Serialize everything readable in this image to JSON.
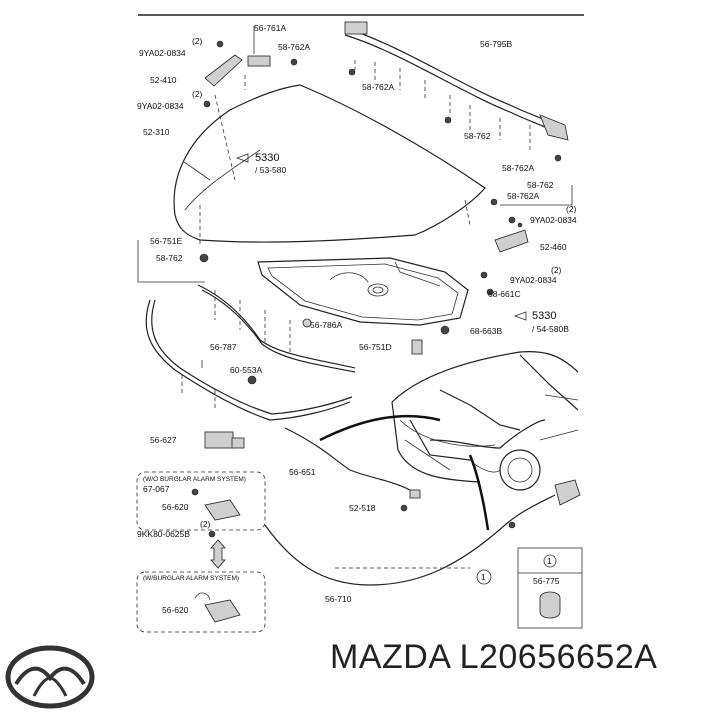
{
  "labels": {
    "l56761a": "56-761A",
    "l9ya_top": "9YA02-0834",
    "l58762a_top": "58-762A",
    "l52410": "52-410",
    "l9ya_mid": "9YA02-0834",
    "l52310": "52-310",
    "l5330a": "5330",
    "l53580": "/ 53-580",
    "l56795b": "56-795B",
    "l58762a_strip1": "58-762A",
    "l58762_strip": "58-762",
    "l58762a_strip2": "58-762A",
    "l58762_r": "58-762",
    "l58762a_r": "58-762A",
    "l9ya_r1": "9YA02-0834",
    "l52460": "52-460",
    "l9ya_r2": "9YA02-0834",
    "l68661c": "68-661C",
    "l5330b": "5330",
    "l54580b": "/ 54-580B",
    "l68663b": "68-663B",
    "l56786a": "56-786A",
    "l56751e": "56-751E",
    "l58762_l": "58-762",
    "l56751d": "56-751D",
    "l56787": "56-787",
    "l60553a": "60-553A",
    "l56627": "56-627",
    "l56651": "56-651",
    "l_wo_alarm": "(W/O BURGLAR ALARM SYSTEM)",
    "l67067": "67-067",
    "l56620_a": "56-620",
    "l9kk": "9KK80-0625B",
    "l52518": "52-518",
    "l_w_alarm": "(W/BURGLAR ALARM SYSTEM)",
    "l56620_b": "56-620",
    "l56710": "56-710",
    "l56775": "56-775",
    "q2a": "(2)",
    "q2b": "(2)",
    "q2c": "(2)",
    "q2d": "(2)",
    "q2e": "(2)",
    "callout1": "1",
    "callout1b": "1"
  },
  "footer": {
    "part_number_text": "MAZDA L20656652A",
    "logo_icon": "mazda-logo-icon"
  }
}
